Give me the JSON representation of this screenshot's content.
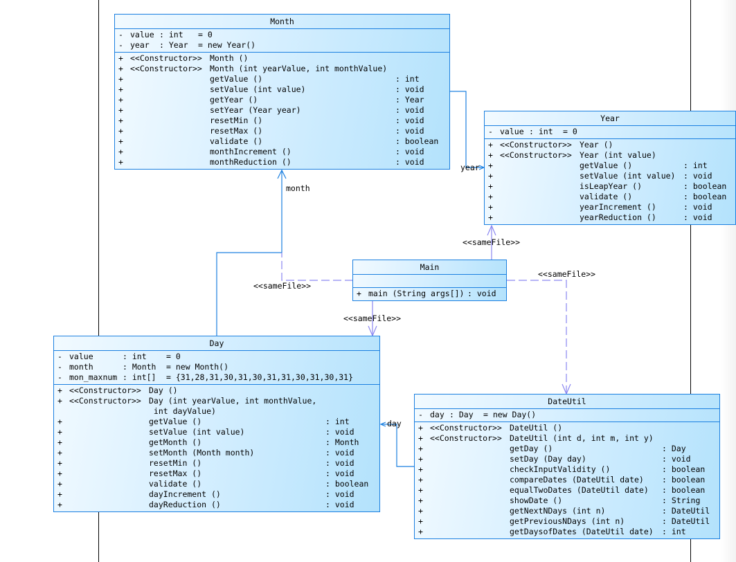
{
  "classes": {
    "month": {
      "name": "Month",
      "attributes": [
        {
          "vis": "-",
          "name": "value",
          "type": ": int",
          "init": "= 0"
        },
        {
          "vis": "-",
          "name": "year",
          "type": ": Year",
          "init": "= new Year()"
        }
      ],
      "operations": [
        {
          "vis": "+",
          "stereo": "<<Constructor>>",
          "sig": "Month ()",
          "ret": ""
        },
        {
          "vis": "+",
          "stereo": "<<Constructor>>",
          "sig": "Month (int yearValue, int monthValue)",
          "ret": ""
        },
        {
          "vis": "+",
          "stereo": "",
          "sig": "getValue ()",
          "ret": ": int"
        },
        {
          "vis": "+",
          "stereo": "",
          "sig": "setValue (int value)",
          "ret": ": void"
        },
        {
          "vis": "+",
          "stereo": "",
          "sig": "getYear ()",
          "ret": ": Year"
        },
        {
          "vis": "+",
          "stereo": "",
          "sig": "setYear (Year year)",
          "ret": ": void"
        },
        {
          "vis": "+",
          "stereo": "",
          "sig": "resetMin ()",
          "ret": ": void"
        },
        {
          "vis": "+",
          "stereo": "",
          "sig": "resetMax ()",
          "ret": ": void"
        },
        {
          "vis": "+",
          "stereo": "",
          "sig": "validate ()",
          "ret": ": boolean"
        },
        {
          "vis": "+",
          "stereo": "",
          "sig": "monthIncrement ()",
          "ret": ": void"
        },
        {
          "vis": "+",
          "stereo": "",
          "sig": "monthReduction ()",
          "ret": ": void"
        }
      ]
    },
    "year": {
      "name": "Year",
      "attributes": [
        {
          "vis": "-",
          "name": "value",
          "type": ": int",
          "init": "= 0"
        }
      ],
      "operations": [
        {
          "vis": "+",
          "stereo": "<<Constructor>>",
          "sig": "Year ()",
          "ret": ""
        },
        {
          "vis": "+",
          "stereo": "<<Constructor>>",
          "sig": "Year (int value)",
          "ret": ""
        },
        {
          "vis": "+",
          "stereo": "",
          "sig": "getValue ()",
          "ret": ": int"
        },
        {
          "vis": "+",
          "stereo": "",
          "sig": "setValue (int value)",
          "ret": ": void"
        },
        {
          "vis": "+",
          "stereo": "",
          "sig": "isLeapYear ()",
          "ret": ": boolean"
        },
        {
          "vis": "+",
          "stereo": "",
          "sig": "validate ()",
          "ret": ": boolean"
        },
        {
          "vis": "+",
          "stereo": "",
          "sig": "yearIncrement ()",
          "ret": ": void"
        },
        {
          "vis": "+",
          "stereo": "",
          "sig": "yearReduction ()",
          "ret": ": void"
        }
      ]
    },
    "main": {
      "name": "Main",
      "attributes": [],
      "operations": [
        {
          "vis": "+",
          "stereo": "",
          "sig": "main (String args[])",
          "ret": ": void"
        }
      ]
    },
    "day": {
      "name": "Day",
      "attributes": [
        {
          "vis": "-",
          "name": "value",
          "type": ": int",
          "init": "= 0"
        },
        {
          "vis": "-",
          "name": "month",
          "type": ": Month",
          "init": "= new Month()"
        },
        {
          "vis": "-",
          "name": "mon_maxnum",
          "type": ": int[]",
          "init": "= {31,28,31,30,31,30,31,31,30,31,30,31}"
        }
      ],
      "operations": [
        {
          "vis": "+",
          "stereo": "<<Constructor>>",
          "sig": "Day ()",
          "ret": ""
        },
        {
          "vis": "+",
          "stereo": "<<Constructor>>",
          "sig": "Day (int yearValue, int monthValue,",
          "ret": ""
        },
        {
          "vis": "",
          "stereo": "",
          "sig": " int dayValue)",
          "ret": ""
        },
        {
          "vis": "+",
          "stereo": "",
          "sig": "getValue ()",
          "ret": ": int"
        },
        {
          "vis": "+",
          "stereo": "",
          "sig": "setValue (int value)",
          "ret": ": void"
        },
        {
          "vis": "+",
          "stereo": "",
          "sig": "getMonth ()",
          "ret": ": Month"
        },
        {
          "vis": "+",
          "stereo": "",
          "sig": "setMonth (Month month)",
          "ret": ": void"
        },
        {
          "vis": "+",
          "stereo": "",
          "sig": "resetMin ()",
          "ret": ": void"
        },
        {
          "vis": "+",
          "stereo": "",
          "sig": "resetMax ()",
          "ret": ": void"
        },
        {
          "vis": "+",
          "stereo": "",
          "sig": "validate ()",
          "ret": ": boolean"
        },
        {
          "vis": "+",
          "stereo": "",
          "sig": "dayIncrement ()",
          "ret": ": void"
        },
        {
          "vis": "+",
          "stereo": "",
          "sig": "dayReduction ()",
          "ret": ": void"
        }
      ]
    },
    "dateutil": {
      "name": "DateUtil",
      "attributes": [
        {
          "vis": "-",
          "name": "day",
          "type": ": Day",
          "init": "= new Day()"
        }
      ],
      "operations": [
        {
          "vis": "+",
          "stereo": "<<Constructor>>",
          "sig": "DateUtil ()",
          "ret": ""
        },
        {
          "vis": "+",
          "stereo": "<<Constructor>>",
          "sig": "DateUtil (int d, int m, int y)",
          "ret": ""
        },
        {
          "vis": "+",
          "stereo": "",
          "sig": "getDay ()",
          "ret": ": Day"
        },
        {
          "vis": "+",
          "stereo": "",
          "sig": "setDay (Day day)",
          "ret": ": void"
        },
        {
          "vis": "+",
          "stereo": "",
          "sig": "checkInputValidity ()",
          "ret": ": boolean"
        },
        {
          "vis": "+",
          "stereo": "",
          "sig": "compareDates (DateUtil date)",
          "ret": ": boolean"
        },
        {
          "vis": "+",
          "stereo": "",
          "sig": "equalTwoDates (DateUtil date)",
          "ret": ": boolean"
        },
        {
          "vis": "+",
          "stereo": "",
          "sig": "showDate ()",
          "ret": ": String"
        },
        {
          "vis": "+",
          "stereo": "",
          "sig": "getNextNDays (int n)",
          "ret": ": DateUtil"
        },
        {
          "vis": "+",
          "stereo": "",
          "sig": "getPreviousNDays (int n)",
          "ret": ": DateUtil"
        },
        {
          "vis": "+",
          "stereo": "",
          "sig": "getDaysofDates (DateUtil date)",
          "ret": ": int"
        }
      ]
    }
  },
  "relations": {
    "month_to_year_role": "year",
    "day_to_month_role": "month",
    "dateutil_to_day_role": "day",
    "main_to_year_stereo": "<<sameFile>>",
    "main_to_month_stereo": "<<sameFile>>",
    "main_to_day_stereo": "<<sameFile>>",
    "main_to_dateutil_stereo": "<<sameFile>>"
  },
  "colors": {
    "border": "#1a7fe0",
    "association": "#1a7fe0",
    "dependency": "#8a86f0"
  }
}
